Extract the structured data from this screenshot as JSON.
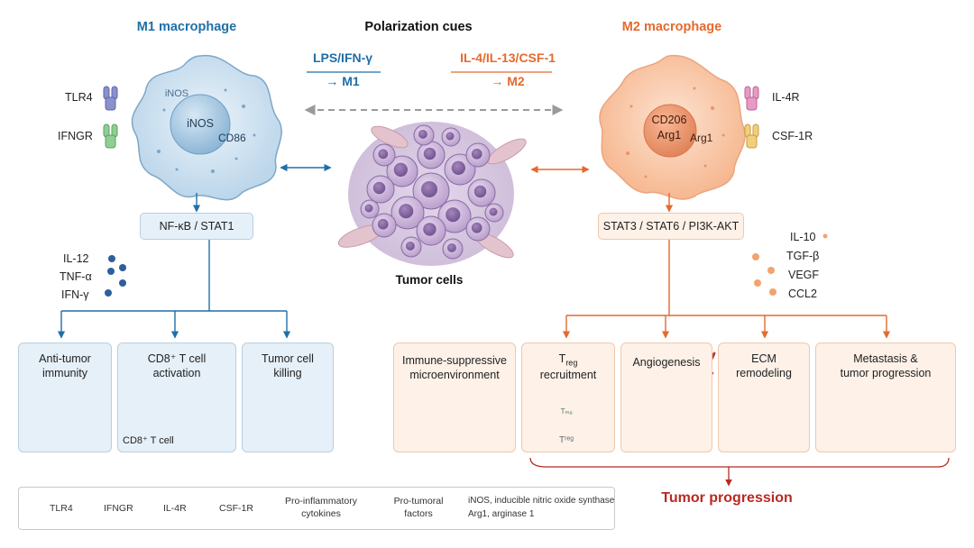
{
  "titles": {
    "m1": "M1 macrophage",
    "m2": "M2 macrophage",
    "cues": "Polarization cues",
    "m1_cue_line1": "LPS/IFN-γ",
    "m1_cue_line2": "→ M1",
    "m2_cue_line1": "IL-4/IL-13/CSF-1",
    "m2_cue_line2": "→ M2",
    "tumor": "Tumor cells",
    "progression": "Tumor progression"
  },
  "m1_cell": {
    "inos_top": "iNOS",
    "inos": "iNOS",
    "cd86": "CD86",
    "receptors": [
      "TLR4",
      "IFNGR"
    ],
    "pathway": "NF-κB / STAT1",
    "cytokines": [
      "IL-12",
      "TNF-α",
      "IFN-γ"
    ]
  },
  "m2_cell": {
    "cd206": "CD206",
    "arg1_inner": "Arg1",
    "arg1_outer": "Arg1",
    "receptors": [
      "IL-4R",
      "CSF-1R"
    ],
    "pathway": "STAT3 / STAT6 / PI3K-AKT",
    "factors": [
      "IL-10",
      "TGF-β",
      "VEGF",
      "CCL2"
    ]
  },
  "m1_outcomes": {
    "anti_tumor": [
      "Anti-tumor",
      "immunity"
    ],
    "cd8": [
      "CD8⁺ T cell",
      "activation"
    ],
    "cd8_caption": "CD8⁺ T cell",
    "killing": [
      "Tumor cell",
      "killing"
    ]
  },
  "m2_outcomes": {
    "immune": [
      "Immune-suppressive",
      "microenvironment"
    ],
    "treg_main": "T",
    "treg_sub": "reg",
    "treg_line2": "recruitment",
    "treg_cell_label": "Tₘₐ",
    "treg_caption": "Tʳᵉᵍ",
    "angiogenesis": "Angiogenesis",
    "ecm": [
      "ECM",
      "remodeling"
    ],
    "metastasis": [
      "Metastasis &",
      "tumor progression"
    ]
  },
  "legend": {
    "tlr4": "TLR4",
    "ifngr": "IFNGR",
    "il4r": "IL-4R",
    "csf1r": "CSF-1R",
    "pro_inflammatory": [
      "Pro-inflammatory",
      "cytokines"
    ],
    "pro_tumoral": [
      "Pro-tumoral",
      "factors"
    ],
    "abbr1": "iNOS, inducible nitric oxide synthase",
    "abbr2": "Arg1, arginase 1"
  },
  "colors": {
    "m1_blue": "#1f6fa8",
    "m2_orange": "#e46a2e",
    "progression_red": "#b82a22",
    "arrow_gray": "#9a9a9a"
  }
}
